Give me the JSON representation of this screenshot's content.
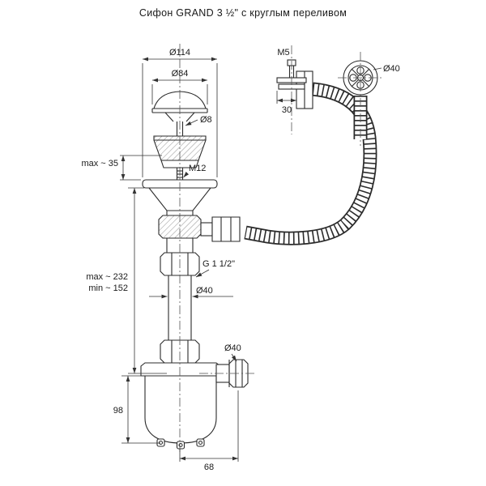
{
  "title": "Сифон GRAND 3 ½\" с круглым переливом",
  "labels": {
    "d114": "Ø114",
    "d84": "Ø84",
    "d8": "Ø8",
    "m5": "M5",
    "d40_overflow_cap": "Ø40",
    "clamp_width": "30",
    "max_top_height": "max ~ 35",
    "m12": "M12",
    "thread": "G 1 1/2\"",
    "max_length": "max ~ 232",
    "min_length": "min ~ 152",
    "d40_pipe": "Ø40",
    "d40_outlet": "Ø40",
    "cup_height": "98",
    "outlet_offset": "68"
  },
  "colors": {
    "line": "#2b2b2b",
    "dimension": "#333333",
    "text": "#1a1a1a",
    "background": "#ffffff"
  }
}
